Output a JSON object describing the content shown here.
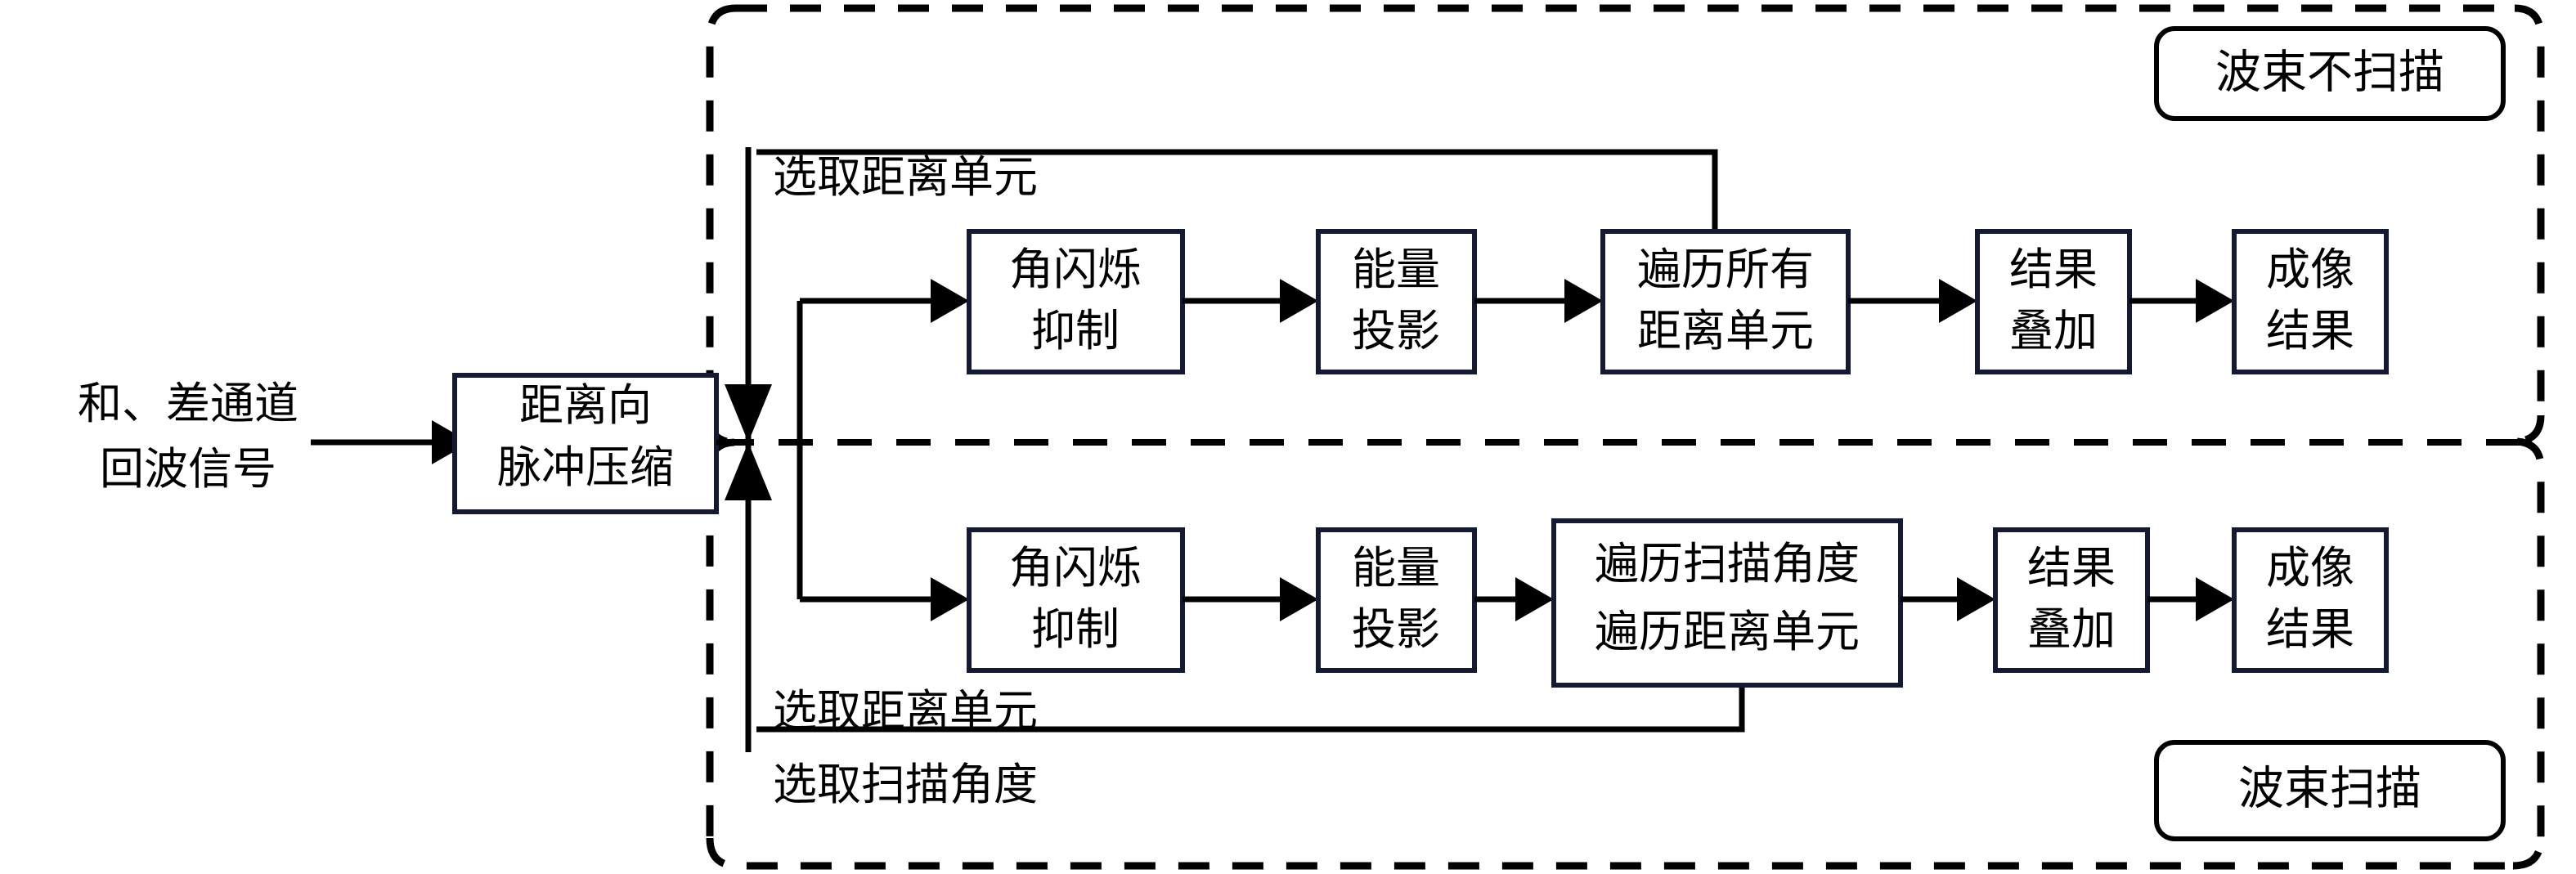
{
  "diagram": {
    "title_absent": "",
    "input_label": {
      "line1": "和、差通道",
      "line2": "回波信号"
    },
    "preprocess_box": {
      "line1": "距离向",
      "line2": "脉冲压缩"
    },
    "top_branch": {
      "region_tag": "波束不扫描",
      "feedback_label": "选取距离单元",
      "boxes": [
        {
          "id": "top-angle-glint",
          "line1": "角闪烁",
          "line2": "抑制"
        },
        {
          "id": "top-energy-projection",
          "line1": "能量",
          "line2": "投影"
        },
        {
          "id": "top-traverse",
          "line1": "遍历所有",
          "line2": "距离单元"
        },
        {
          "id": "top-accumulate",
          "line1": "结果",
          "line2": "叠加"
        },
        {
          "id": "top-image-result",
          "line1": "成像",
          "line2": "结果"
        }
      ]
    },
    "bottom_branch": {
      "region_tag": "波束扫描",
      "feedback_label_1": "选取距离单元",
      "feedback_label_2": "选取扫描角度",
      "boxes": [
        {
          "id": "bot-angle-glint",
          "line1": "角闪烁",
          "line2": "抑制"
        },
        {
          "id": "bot-energy-projection",
          "line1": "能量",
          "line2": "投影"
        },
        {
          "id": "bot-traverse",
          "line1": "遍历扫描角度",
          "line2": "遍历距离单元"
        },
        {
          "id": "bot-accumulate",
          "line1": "结果",
          "line2": "叠加"
        },
        {
          "id": "bot-image-result",
          "line1": "成像",
          "line2": "结果"
        }
      ]
    },
    "colors": {
      "box_border": "#141a33",
      "line": "#000000",
      "background": "#ffffff",
      "tag_border": "#000000"
    }
  }
}
